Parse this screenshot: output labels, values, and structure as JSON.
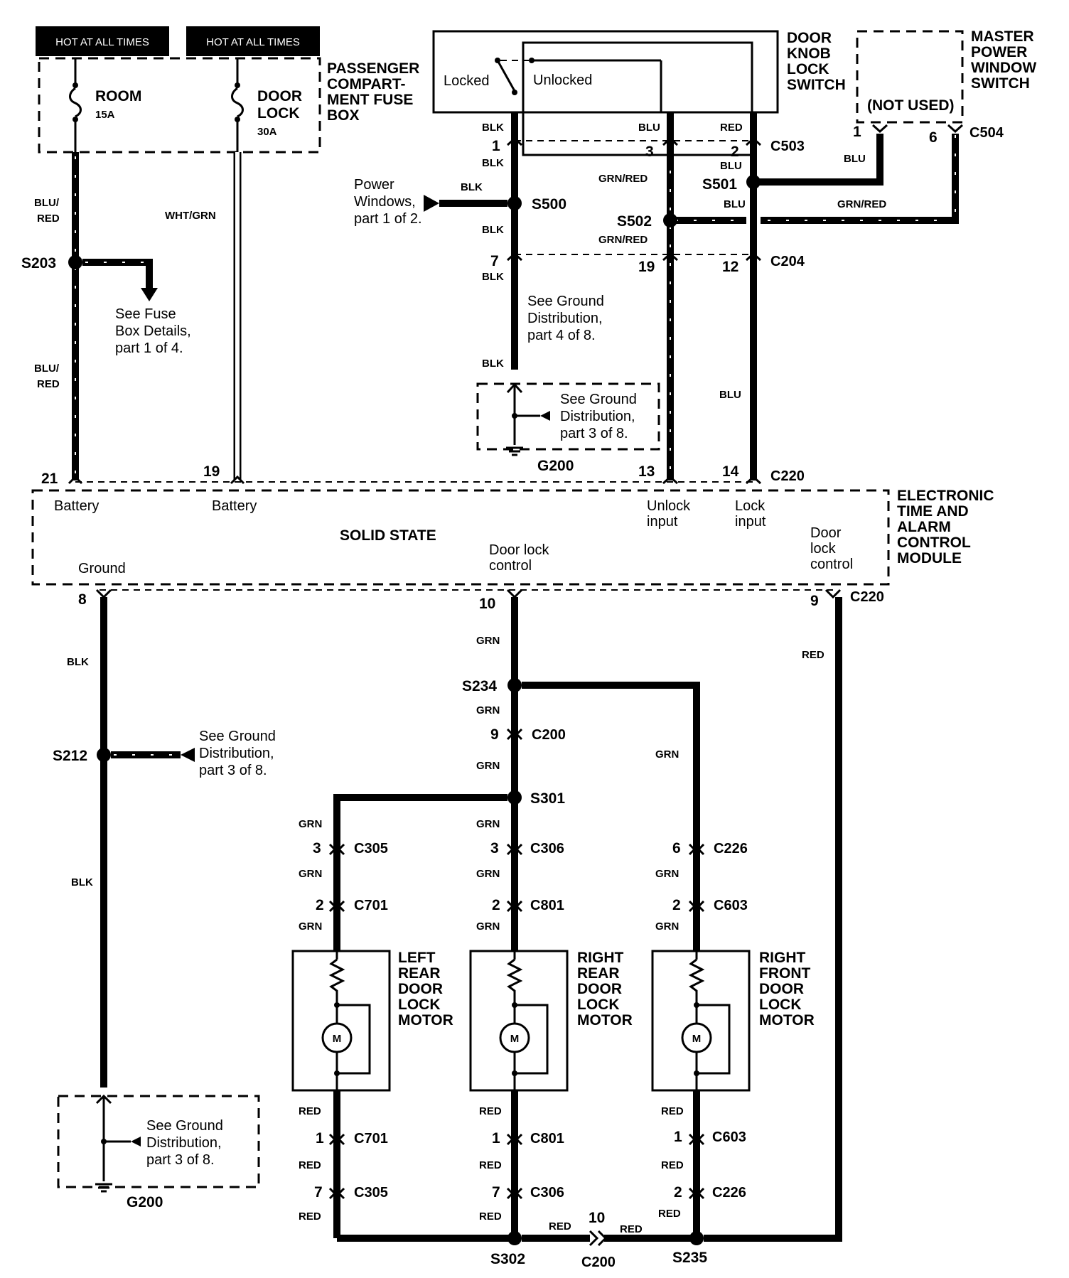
{
  "hot_labels": [
    "HOT AT ALL TIMES",
    "HOT AT ALL TIMES"
  ],
  "fuse_box": {
    "title_lines": [
      "PASSENGER",
      "COMPART-",
      "MENT FUSE",
      "BOX"
    ],
    "room_name": "ROOM",
    "room_rating": "15A",
    "door_lock_lines": [
      "DOOR",
      "LOCK"
    ],
    "door_lock_rating": "30A"
  },
  "door_knob_switch": {
    "title_lines": [
      "DOOR",
      "KNOB",
      "LOCK",
      "SWITCH"
    ],
    "locked": "Locked",
    "unlocked": "Unlocked"
  },
  "master_switch": {
    "title_lines": [
      "MASTER",
      "POWER",
      "WINDOW",
      "SWITCH"
    ],
    "not_used": "(NOT USED)"
  },
  "module": {
    "title_lines": [
      "ELECTRONIC",
      "TIME AND",
      "ALARM",
      "CONTROL",
      "MODULE"
    ],
    "solid_state": "SOLID STATE",
    "battery_1": "Battery",
    "battery_2": "Battery",
    "unlock_lines": [
      "Unlock",
      "input"
    ],
    "lock_lines": [
      "Lock",
      "input"
    ],
    "ground": "Ground",
    "door_lock_control_lines": [
      "Door lock",
      "control"
    ],
    "door_lock_control2_lines": [
      "Door",
      "lock",
      "control"
    ]
  },
  "motors": {
    "left_rear": [
      "LEFT",
      "REAR",
      "DOOR",
      "LOCK",
      "MOTOR"
    ],
    "right_rear": [
      "RIGHT",
      "REAR",
      "DOOR",
      "LOCK",
      "MOTOR"
    ],
    "right_front": [
      "RIGHT",
      "FRONT",
      "DOOR",
      "LOCK",
      "MOTOR"
    ],
    "symbol": "M"
  },
  "notes": {
    "fuse_details": [
      "See Fuse",
      "Box Details,",
      "part 1 of 4."
    ],
    "power_windows": [
      "Power",
      "Windows,",
      "part 1 of 2."
    ],
    "ground4": [
      "See Ground",
      "Distribution,",
      "part 4 of 8."
    ],
    "ground3_top": [
      "See Ground",
      "Distribution,",
      "part 3 of 8."
    ],
    "ground3_s212": [
      "See Ground",
      "Distribution,",
      "part 3 of 8."
    ],
    "ground3_bottom": [
      "See Ground",
      "Distribution,",
      "part 3 of 8."
    ]
  },
  "splices": {
    "s203": "S203",
    "s500": "S500",
    "s501": "S501",
    "s502": "S502",
    "s212": "S212",
    "s234": "S234",
    "s301": "S301",
    "s302": "S302",
    "s235": "S235"
  },
  "grounds": {
    "g200_top": "G200",
    "g200_bottom": "G200"
  },
  "connectors": {
    "c503": "C503",
    "c504": "C504",
    "c204": "C204",
    "c220_top": "C220",
    "c220_bottom": "C220",
    "c200_a": "C200",
    "c200_b": "C200",
    "c305_a": "C305",
    "c306_a": "C306",
    "c226_a": "C226",
    "c701_a": "C701",
    "c801_a": "C801",
    "c603_a": "C603",
    "c701_b": "C701",
    "c801_b": "C801",
    "c603_b": "C603",
    "c305_b": "C305",
    "c306_b": "C306",
    "c226_b": "C226"
  },
  "pins": {
    "p21": "21",
    "p19": "19",
    "c503_1": "1",
    "c503_3": "3",
    "c503_2": "2",
    "c504_1": "1",
    "c504_6": "6",
    "c204_7": "7",
    "c204_19": "19",
    "c204_12": "12",
    "c220_13": "13",
    "c220_14": "14",
    "c220_8": "8",
    "c220_10": "10",
    "c220_9": "9",
    "c200_9": "9",
    "c305_3": "3",
    "c306_3": "3",
    "c226_6": "6",
    "c701_2": "2",
    "c801_2": "2",
    "c603_2": "2",
    "c701_1": "1",
    "c801_1": "1",
    "c603_1": "1",
    "c305_7": "7",
    "c306_7": "7",
    "c226_2": "2",
    "c200_10": "10"
  },
  "wire_colors": {
    "blu_red_1": [
      "BLU/",
      "RED"
    ],
    "blu_red_2": [
      "BLU/",
      "RED"
    ],
    "wht_grn": "WHT/GRN",
    "blk_c503_top": "BLK",
    "blu_c503_top": "BLU",
    "red_c503_top": "RED",
    "blk_c503_bot": "BLK",
    "blu_c503_bot": "BLU",
    "blu_s501": "BLU",
    "blk_pw": "BLK",
    "grn_red_1": "GRN/RED",
    "blk_s500": "BLK",
    "blu_s502": "BLU",
    "grn_red_s502": "GRN/RED",
    "grn_red_2": "GRN/RED",
    "blk_c204": "BLK",
    "blk_g200": "BLK",
    "blu_lock": "BLU",
    "blk_1": "BLK",
    "blk_2": "BLK",
    "red_9": "RED",
    "grn_1": "GRN",
    "grn_2": "GRN",
    "grn_3": "GRN",
    "grn_rf": "GRN",
    "grn_lr1": "GRN",
    "grn_lr2": "GRN",
    "grn_lr3": "GRN",
    "grn_rr1": "GRN",
    "grn_rr2": "GRN",
    "grn_rr3": "GRN",
    "grn_rf2": "GRN",
    "grn_rf3": "GRN",
    "red_lr1": "RED",
    "red_lr2": "RED",
    "red_lr3": "RED",
    "red_rr1": "RED",
    "red_rr2": "RED",
    "red_rr3": "RED",
    "red_rf1": "RED",
    "red_rf2": "RED",
    "red_rf3": "RED",
    "red_b1": "RED",
    "red_b2": "RED"
  }
}
